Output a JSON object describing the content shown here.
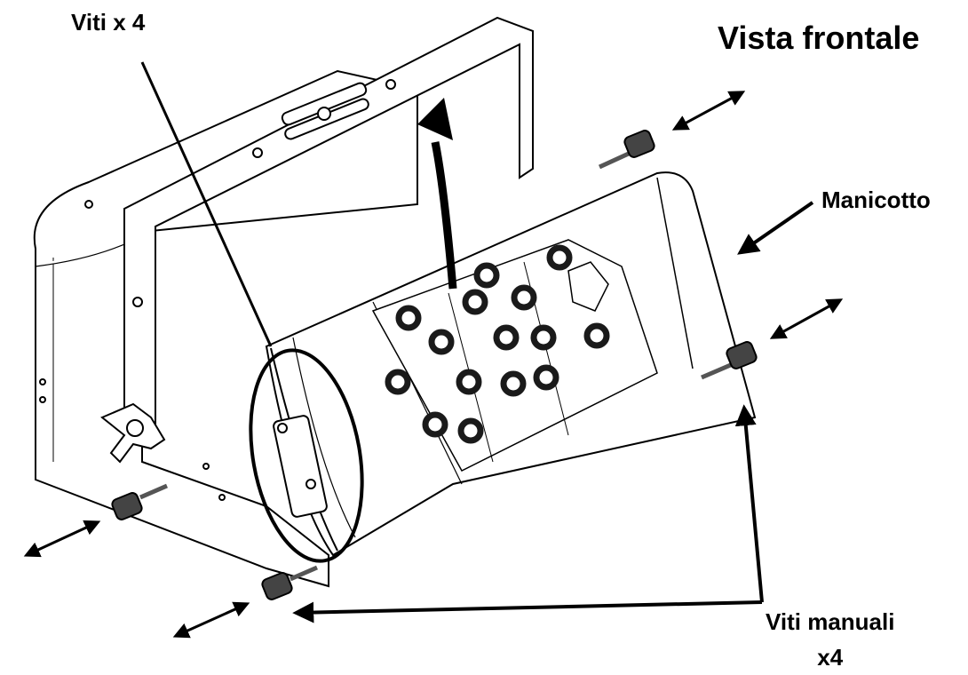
{
  "title": "Vista frontale",
  "labels": {
    "screws_x4": "Viti x 4",
    "sleeve": "Manicotto",
    "hand_screws_line1": "Viti manuali",
    "hand_screws_line2": "x4"
  },
  "colors": {
    "ink": "#000000",
    "lens": "#1a1a1a",
    "background": "#ffffff"
  }
}
